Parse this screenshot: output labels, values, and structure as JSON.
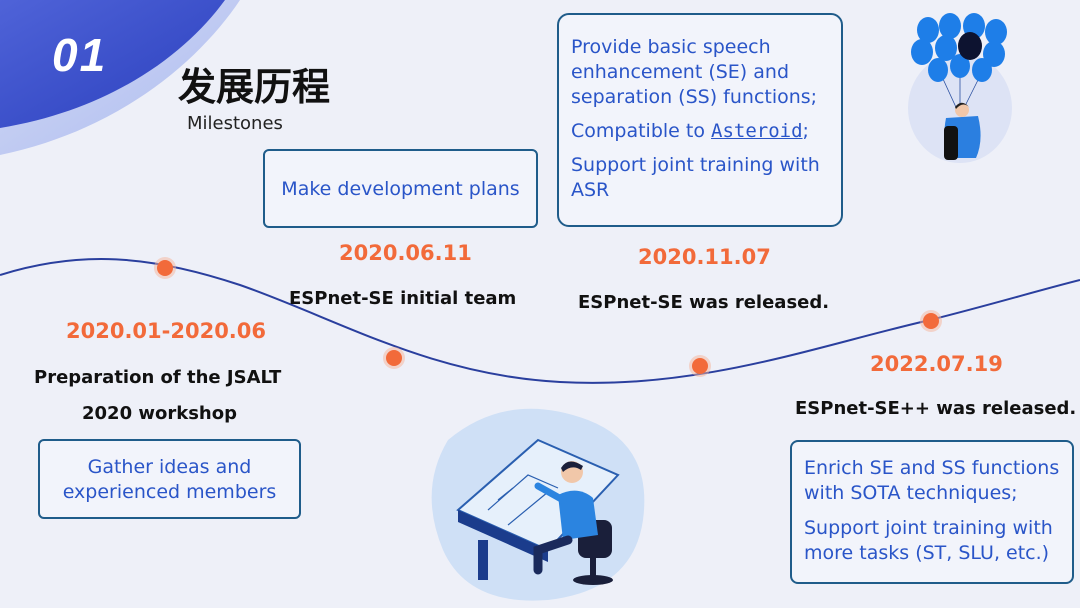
{
  "header": {
    "number": "01",
    "title": "发展历程",
    "subtitle": "Milestones"
  },
  "milestones": [
    {
      "date": "2020.01-2020.06",
      "event_line1": "Preparation of the JSALT",
      "event_line2": "2020 workshop",
      "box_lines": [
        "Gather ideas and",
        "experienced members"
      ]
    },
    {
      "date": "2020.06.11",
      "event": "ESPnet-SE initial team",
      "box_text": "Make development plans"
    },
    {
      "date": "2020.11.07",
      "event": "ESPnet-SE was released.",
      "box_p1": "Provide basic speech enhancement (SE) and separation (SS) functions;",
      "box_p2_prefix": "Compatible to ",
      "box_p2_link": "Asteroid",
      "box_p2_suffix": ";",
      "box_p3": "Support joint training with ASR"
    },
    {
      "date": "2022.07.19",
      "event": "ESPnet-SE++ was released.",
      "box_p1": "Enrich SE and SS functions with SOTA techniques;",
      "box_p2": "Support joint training with more tasks (ST, SLU, etc.)"
    }
  ],
  "colors": {
    "accent": "#f26a3a",
    "box_text": "#2a55c8",
    "box_border": "#1f5c8a",
    "line": "#2a3f9e"
  }
}
